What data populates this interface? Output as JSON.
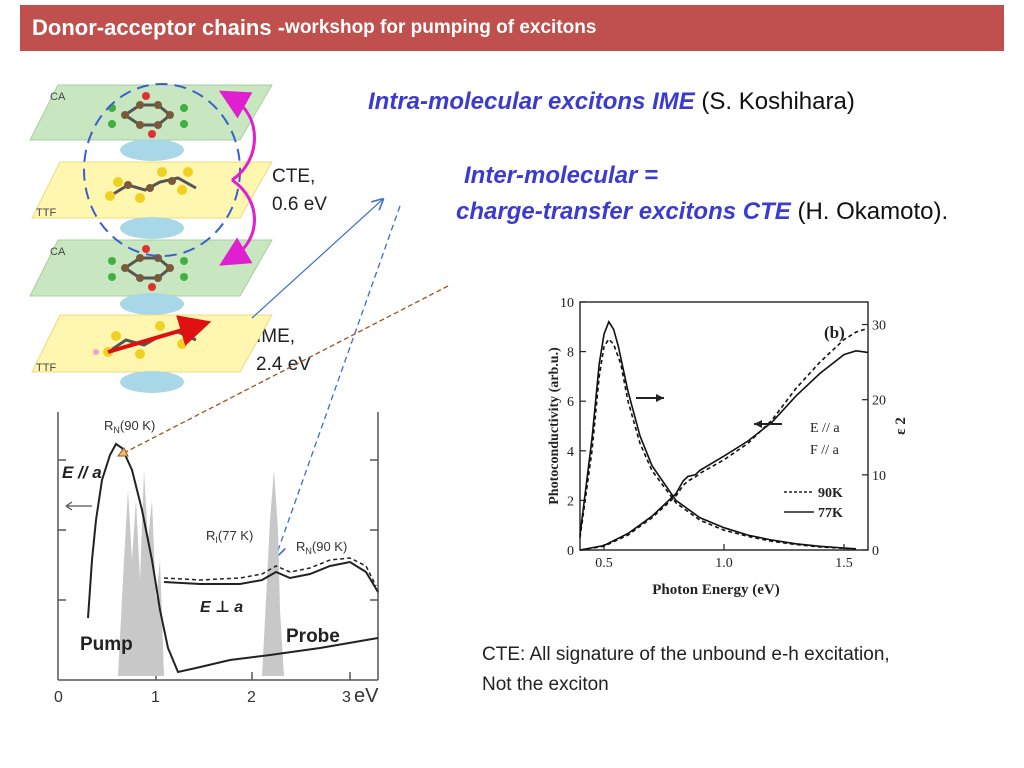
{
  "title": {
    "main": "Donor-acceptor chains - ",
    "sub": "workshop for pumping of excitons"
  },
  "headings": {
    "intra_italic": "Intra-molecular excitons  IME",
    "intra_author": " (S. Koshihara)",
    "inter_line1": "Inter-molecular =",
    "inter_line2_italic": "charge-transfer excitons CTE",
    "inter_author": " (H. Okamoto)."
  },
  "stack_labels": {
    "ca1": "CA",
    "ttf1": "TTF",
    "ca2": "CA",
    "ttf2": "TTF",
    "cte_line1": "CTE,",
    "cte_line2": "0.6 eV",
    "ime_line1": "IME,",
    "ime_line2": "2.4 eV"
  },
  "left_plot": {
    "peak_label": "R",
    "peak_sub": "N",
    "peak_temp": "(90 K)",
    "e_parallel": "E // a",
    "e_perp": "E ⊥ a",
    "ri_label": "R",
    "ri_sub": "I",
    "ri_temp": "(77 K)",
    "rn_label": "R",
    "rn_sub": "N",
    "rn_temp": "(90 K)",
    "pump": "Pump",
    "probe": "Probe",
    "x_ticks": [
      "0",
      "1",
      "2",
      "3"
    ],
    "x_unit": "eV"
  },
  "chart_data": {
    "type": "line",
    "panel_label": "(b)",
    "xlabel": "Photon Energy (eV)",
    "ylabel": "Photoconductivity (arb.u.)",
    "y2label": "ε 2",
    "x_ticks": [
      "0.5",
      "1.0",
      "1.5"
    ],
    "y_ticks": [
      "0",
      "2",
      "4",
      "6",
      "8",
      "10"
    ],
    "y2_ticks": [
      "0",
      "10",
      "20",
      "30"
    ],
    "xlim": [
      0.4,
      1.6
    ],
    "ylim": [
      0,
      10
    ],
    "y2lim": [
      0,
      33
    ],
    "legend_pol": [
      "E // a",
      "F // a"
    ],
    "legend_temp": [
      "90K",
      "77K"
    ],
    "series": [
      {
        "name": "77K",
        "axis": "left",
        "style": "solid",
        "x": [
          0.4,
          0.45,
          0.48,
          0.5,
          0.52,
          0.54,
          0.56,
          0.6,
          0.65,
          0.7,
          0.8,
          0.9,
          1.0,
          1.1,
          1.2,
          1.3,
          1.4,
          1.5,
          1.55
        ],
        "y": [
          0.6,
          4.5,
          7.5,
          8.7,
          9.2,
          8.9,
          8.2,
          6.4,
          4.6,
          3.4,
          2.0,
          1.3,
          0.9,
          0.6,
          0.4,
          0.25,
          0.15,
          0.08,
          0.05
        ]
      },
      {
        "name": "90K",
        "axis": "left",
        "style": "dashed",
        "x": [
          0.4,
          0.45,
          0.48,
          0.5,
          0.52,
          0.54,
          0.57,
          0.6,
          0.65,
          0.7,
          0.8,
          0.9,
          1.0,
          1.1,
          1.2,
          1.3,
          1.4,
          1.5,
          1.55
        ],
        "y": [
          0.5,
          4.0,
          7.0,
          8.2,
          8.5,
          8.3,
          7.5,
          6.0,
          4.3,
          3.2,
          1.9,
          1.2,
          0.8,
          0.55,
          0.35,
          0.22,
          0.12,
          0.07,
          0.04
        ]
      },
      {
        "name": "77K",
        "axis": "right",
        "style": "solid",
        "x": [
          0.4,
          0.5,
          0.6,
          0.7,
          0.8,
          0.83,
          0.85,
          0.88,
          0.9,
          1.0,
          1.1,
          1.2,
          1.3,
          1.4,
          1.5,
          1.55,
          1.6
        ],
        "y": [
          0.0,
          0.6,
          2.2,
          4.5,
          7.5,
          9.2,
          9.8,
          10.0,
          10.6,
          12.5,
          14.5,
          17.0,
          20.5,
          23.5,
          26.0,
          26.5,
          26.3
        ]
      },
      {
        "name": "90K",
        "axis": "right",
        "style": "dashed",
        "x": [
          0.4,
          0.5,
          0.6,
          0.7,
          0.8,
          0.83,
          0.85,
          0.88,
          0.9,
          1.0,
          1.1,
          1.2,
          1.3,
          1.4,
          1.5,
          1.55,
          1.6
        ],
        "y": [
          0.0,
          0.5,
          2.0,
          4.3,
          7.2,
          8.6,
          9.2,
          9.7,
          10.2,
          12.0,
          14.2,
          17.3,
          21.5,
          25.0,
          28.0,
          29.0,
          29.5
        ]
      }
    ]
  },
  "caption": {
    "line1": "CTE: All signature of the unbound e-h excitation,",
    "line2": "Not the exciton"
  }
}
